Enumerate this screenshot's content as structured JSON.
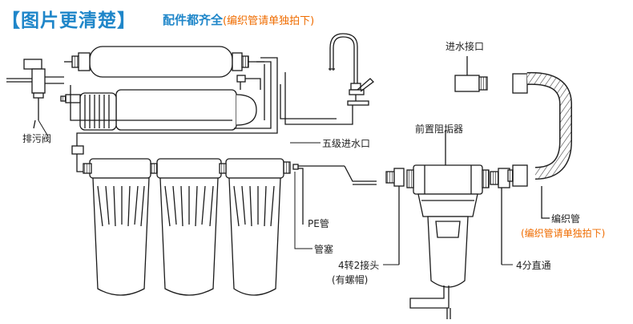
{
  "header": {
    "title": "【图片更清楚】",
    "subtitle": "配件都齐全",
    "subtitle_note": "(编织管请单独拍下)"
  },
  "labels": {
    "inlet_port": "进水接口",
    "drain_valve": "排污阀",
    "stage5_inlet": "五级进水口",
    "pre_filter": "前置阻垢器",
    "pe_tube": "PE管",
    "tube_plug": "管塞",
    "adapter": "4转2接头",
    "adapter_note": "(有螺帽)",
    "straight": "4分直通",
    "braided_hose": "编织管",
    "braided_note": "(编织管请单独拍下)"
  },
  "colors": {
    "accent": "#1f86c9",
    "note": "#ef6c00",
    "line": "#1a1a1a"
  }
}
